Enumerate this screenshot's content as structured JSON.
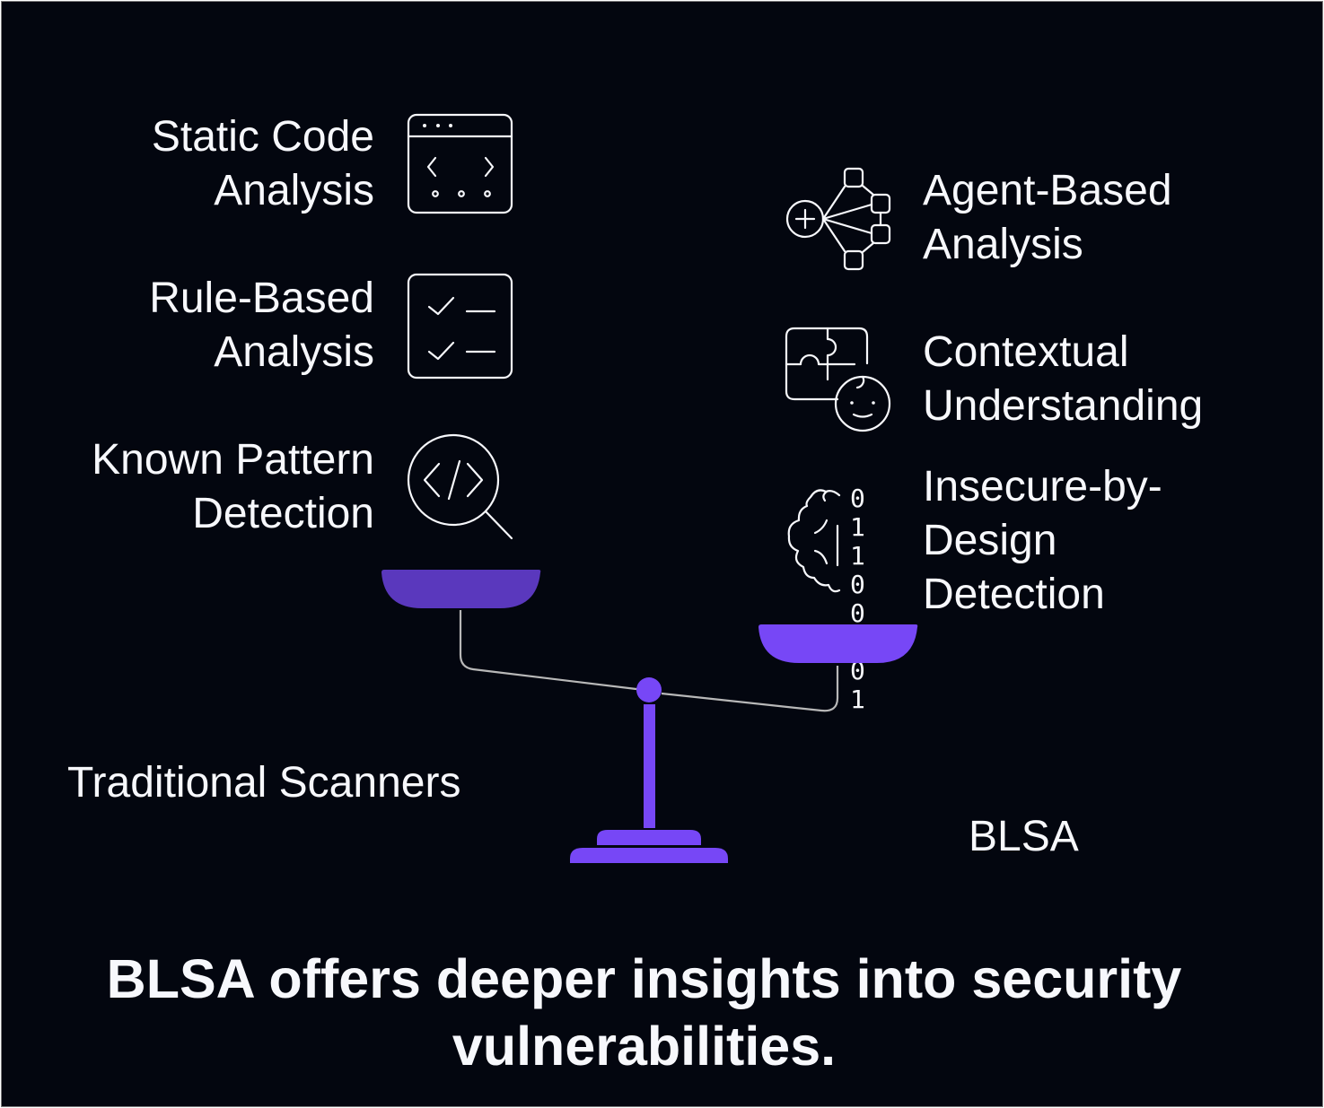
{
  "colors": {
    "background": "#03060f",
    "text": "#f7f8fc",
    "left_pan": "#5a38bd",
    "accent": "#7747f6",
    "beam": "#b8b8b8"
  },
  "left_side": {
    "title": "Traditional Scanners",
    "items": [
      {
        "lines": [
          "Static Code",
          "Analysis"
        ],
        "icon": "code-window-icon"
      },
      {
        "lines": [
          "Rule-Based",
          "Analysis"
        ],
        "icon": "checklist-icon"
      },
      {
        "lines": [
          "Known Pattern",
          "Detection"
        ],
        "icon": "code-search-icon"
      }
    ]
  },
  "right_side": {
    "title": "BLSA",
    "items": [
      {
        "lines": [
          "Agent-Based",
          "Analysis"
        ],
        "icon": "agent-network-icon"
      },
      {
        "lines": [
          "Contextual",
          "Understanding"
        ],
        "icon": "puzzle-face-icon"
      },
      {
        "lines": [
          "Insecure-by-",
          "Design",
          "Detection"
        ],
        "icon": "brain-binary-icon"
      }
    ]
  },
  "binary_digits": [
    "0 1",
    "1 0",
    "0 1",
    "0 1"
  ],
  "caption": {
    "lines": [
      "BLSA offers deeper insights into security",
      "vulnerabilities."
    ]
  }
}
